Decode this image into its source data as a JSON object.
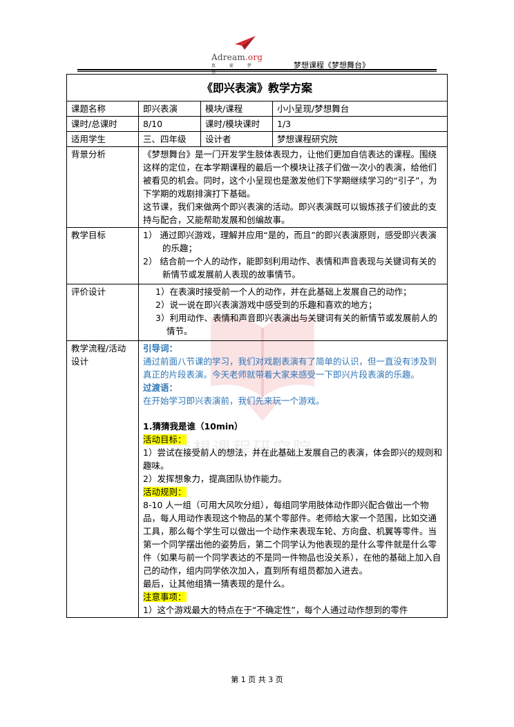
{
  "header": {
    "brand": "Adream",
    "brand_suffix": ".org",
    "tagline": "真 爱 梦 想",
    "right": "梦想课程《梦想舞台》"
  },
  "watermark": "梦想课程研究院",
  "doc": {
    "title": "《即兴表演》教学方案",
    "rows": {
      "topic_label": "课题名称",
      "topic_value": "即兴表演",
      "module_label": "模块/课程",
      "module_value": "小小呈现/梦想舞台",
      "hours_label": "课时/总课时",
      "hours_value": "8/10",
      "modhours_label": "课时/模块课时",
      "modhours_value": "1/3",
      "students_label": "适用学生",
      "students_value": "三、四年级",
      "designer_label": "设计者",
      "designer_value": "梦想课程研究院"
    },
    "background": {
      "label": "背景分析",
      "p1": "《梦想舞台》是一门开发学生肢体表现力，让他们更加自信表达的课程。围绕这样的定位，在本学期课程的最后一个模块让孩子们做一次小的表演，给他们被看见的机会。同时，这个小呈现也是激发他们下学期继续学习的“引子”，为下学期的戏剧排演打下基础。",
      "p2": "这节课，我们来做两个即兴表演的活动。即兴表演既可以锻炼孩子们彼此的支持与配合，又能帮助发展和创编故事。"
    },
    "goals": {
      "label": "教学目标",
      "items": [
        "1） 通过即兴游戏，理解并应用“是的，而且”的即兴表演原则，感受即兴表演的乐趣；",
        "2） 结合前一个人的动作，能即刻利用动作、表情和声音表现与关键词有关的新情节或发展前人表现的故事情节。"
      ]
    },
    "evaluation": {
      "label": "评价设计",
      "items": [
        "1）在表演时接受前一个人的动作，并在此基础上发展自己的动作；",
        "2）说一说在即兴表演游戏中感受到的乐趣和喜欢的地方；",
        "3）利用动作、表情和声音即兴表演出与关键词有关的新情节或发展前人的情节。"
      ]
    },
    "process": {
      "label": "教学流程/活动设计",
      "intro_title": "引导词：",
      "intro_text": "通过前面八节课的学习，我们对戏剧表演有了简单的认识，但一直没有涉及到真正的片段表演。今天老师就带着大家来感受一下即兴片段表演的乐趣。",
      "transition_title": "过渡语：",
      "transition_text": "在开始学习即兴表演前，我们先来玩一个游戏。",
      "activity_title": "1.猜猜我是谁（10min）",
      "goal_title": "活动目标：",
      "goal_items": [
        "1）尝试在接受前人的想法，并在此基础上发展自己的表演，体会即兴的规则和趣味。",
        "2）发挥想象力，提高团队协作能力。"
      ],
      "rules_title": "活动规则：",
      "rules_p1": "8-10 人一组（可用大风吹分组），每组同学用肢体动作即兴配合做出一个物品，每人用动作表现这个物品的某个零部件。老师给大家一个范围，比如交通工具，那么每个学生可以做出一个动作来表现车轮、方向盘、机翼等零件。当第一个同学摆出他的姿势后，第二个同学认为他表现的是什么零件就是什么零件（如果与前一个同学表达的不是同一件物品也没关系），在他的基础上加入自己的动作，组内同学依次加入，直到所有组员都加入进去。",
      "rules_p2": "最后，让其他组猜一猜表现的是什么。",
      "notes_title": "注意事项：",
      "notes_p1": "1）这个游戏最大的特点在于“不确定性”，每个人通过动作想到的零件"
    }
  },
  "footer": "第 1 页 共 3 页"
}
